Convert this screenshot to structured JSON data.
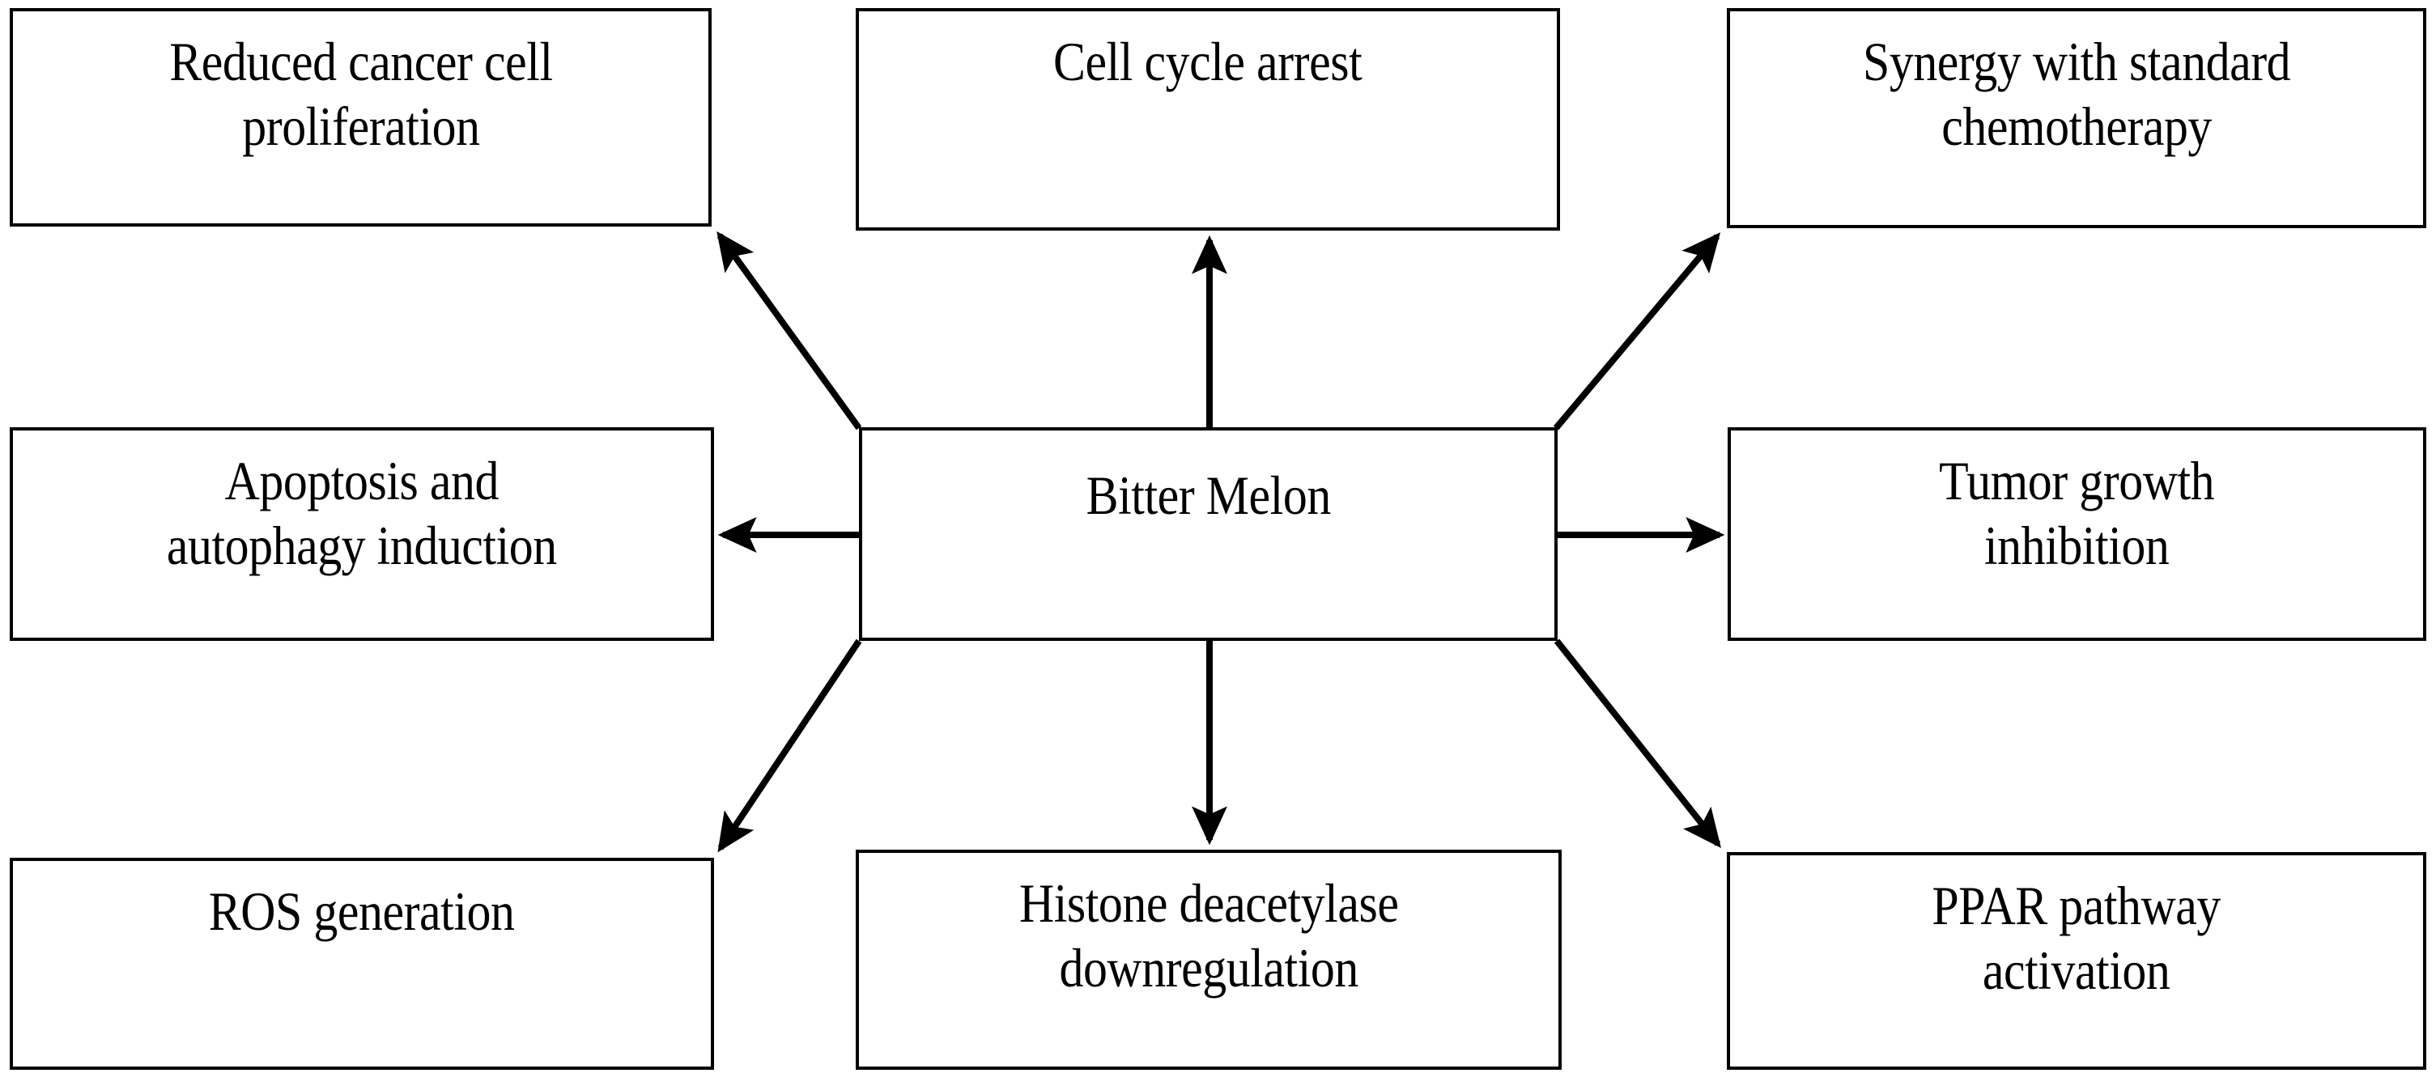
{
  "diagram": {
    "title": "Bitter Melon anticancer mechanisms concept map",
    "center": {
      "id": "center",
      "label": "Bitter Melon"
    },
    "nodes": [
      {
        "id": "top-left",
        "label": "Reduced cancer cell\nproliferation",
        "lines": 2,
        "position": "top-left"
      },
      {
        "id": "top-center",
        "label": "Cell cycle arrest",
        "lines": 1,
        "position": "top-center"
      },
      {
        "id": "top-right",
        "label": "Synergy with standard\nchemotherapy",
        "lines": 2,
        "position": "top-right"
      },
      {
        "id": "mid-left",
        "label": "Apoptosis and\nautophagy induction",
        "lines": 2,
        "position": "middle-left"
      },
      {
        "id": "mid-right",
        "label": "Tumor growth\ninhibition",
        "lines": 2,
        "position": "middle-right"
      },
      {
        "id": "bottom-left",
        "label": "ROS generation",
        "lines": 1,
        "position": "bottom-left"
      },
      {
        "id": "bottom-center",
        "label": "Histone deacetylase\ndownregulation",
        "lines": 2,
        "position": "bottom-center"
      },
      {
        "id": "bottom-right",
        "label": "PPAR pathway\nactivation",
        "lines": 2,
        "position": "bottom-right"
      }
    ],
    "edges": [
      {
        "id": "edge-center-to-top-left",
        "from": "center",
        "to": "top-left",
        "direction": "up-left",
        "style": "solid-arrow"
      },
      {
        "id": "edge-center-to-top-center",
        "from": "center",
        "to": "top-center",
        "direction": "up",
        "style": "solid-arrow"
      },
      {
        "id": "edge-center-to-top-right",
        "from": "center",
        "to": "top-right",
        "direction": "up-right",
        "style": "solid-arrow"
      },
      {
        "id": "edge-center-to-mid-left",
        "from": "center",
        "to": "mid-left",
        "direction": "left",
        "style": "solid-arrow"
      },
      {
        "id": "edge-center-to-mid-right",
        "from": "center",
        "to": "mid-right",
        "direction": "right",
        "style": "solid-arrow"
      },
      {
        "id": "edge-center-to-bottom-left",
        "from": "center",
        "to": "bottom-left",
        "direction": "down-left",
        "style": "solid-arrow"
      },
      {
        "id": "edge-center-to-bottom-center",
        "from": "center",
        "to": "bottom-center",
        "direction": "down",
        "style": "solid-arrow"
      },
      {
        "id": "edge-center-to-bottom-right",
        "from": "center",
        "to": "bottom-right",
        "direction": "down-right",
        "style": "solid-arrow"
      }
    ],
    "colors": {
      "background": "#ffffff",
      "box_border": "#000000",
      "box_fill": "#ffffff",
      "text": "#000000",
      "arrow": "#000000"
    }
  }
}
